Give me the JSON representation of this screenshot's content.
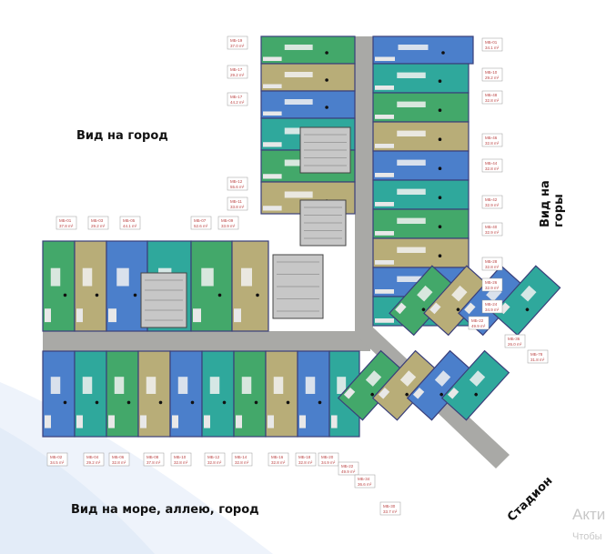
{
  "views": {
    "city": "Вид на город",
    "mountains": "Вид на горы",
    "sea": "Вид на море, аллею, город",
    "stadium": "Стадион"
  },
  "watermark": {
    "line1": "Акти",
    "line2": "Чтобы"
  },
  "unit_labels": [
    {
      "id": "МБ-19",
      "area": "37.0 m²"
    },
    {
      "id": "МБ-17",
      "area": "29.2 m²"
    },
    {
      "id": "МБ-17",
      "area": "44.2 m²"
    },
    {
      "id": "МБ-12",
      "area": "55.6 m²"
    },
    {
      "id": "МБ-11",
      "area": "33.8 m²"
    },
    {
      "id": "МБ-01",
      "area": "34.1 m²"
    },
    {
      "id": "МБ-10",
      "area": "29.2 m²"
    },
    {
      "id": "МБ-48",
      "area": "32.8 m²"
    },
    {
      "id": "МБ-46",
      "area": "32.8 m²"
    },
    {
      "id": "МБ-44",
      "area": "32.8 m²"
    },
    {
      "id": "МБ-42",
      "area": "32.9 m²"
    },
    {
      "id": "МБ-40",
      "area": "32.9 m²"
    },
    {
      "id": "МБ-28",
      "area": "32.8 m²"
    },
    {
      "id": "МБ-26",
      "area": "32.9 m²"
    },
    {
      "id": "МБ-24",
      "area": "34.9 m²"
    },
    {
      "id": "МБ-22",
      "area": "49.9 m²"
    },
    {
      "id": "МБ-36",
      "area": "26.0 m²"
    },
    {
      "id": "МБ-78",
      "area": "31.8 m²"
    },
    {
      "id": "МБ-01",
      "area": "37.8 m²"
    },
    {
      "id": "МБ-03",
      "area": "29.2 m²"
    },
    {
      "id": "МБ-05",
      "area": "44.1 m²"
    },
    {
      "id": "МБ-07",
      "area": "52.6 m²"
    },
    {
      "id": "МБ-09",
      "area": "33.9 m²"
    },
    {
      "id": "МБ-02",
      "area": "34.5 m²"
    },
    {
      "id": "МБ-04",
      "area": "29.2 m²"
    },
    {
      "id": "МБ-06",
      "area": "32.8 m²"
    },
    {
      "id": "МБ-08",
      "area": "37.8 m²"
    },
    {
      "id": "МБ-10",
      "area": "32.8 m²"
    },
    {
      "id": "МБ-12",
      "area": "32.8 m²"
    },
    {
      "id": "МБ-14",
      "area": "32.8 m²"
    },
    {
      "id": "МБ-16",
      "area": "32.8 m²"
    },
    {
      "id": "МБ-18",
      "area": "32.8 m²"
    },
    {
      "id": "МБ-20",
      "area": "34.9 m²"
    },
    {
      "id": "МБ-22",
      "area": "49.9 m²"
    },
    {
      "id": "МБ-34",
      "area": "36.6 m²"
    },
    {
      "id": "МБ-30",
      "area": "33.7 m²"
    }
  ],
  "colors": {
    "green": "#43a86a",
    "teal": "#2fa89c",
    "blue": "#4b7fcb",
    "olive": "#b8ad78",
    "corridor": "#a9a9a6",
    "wall": "#3a3f7a"
  }
}
